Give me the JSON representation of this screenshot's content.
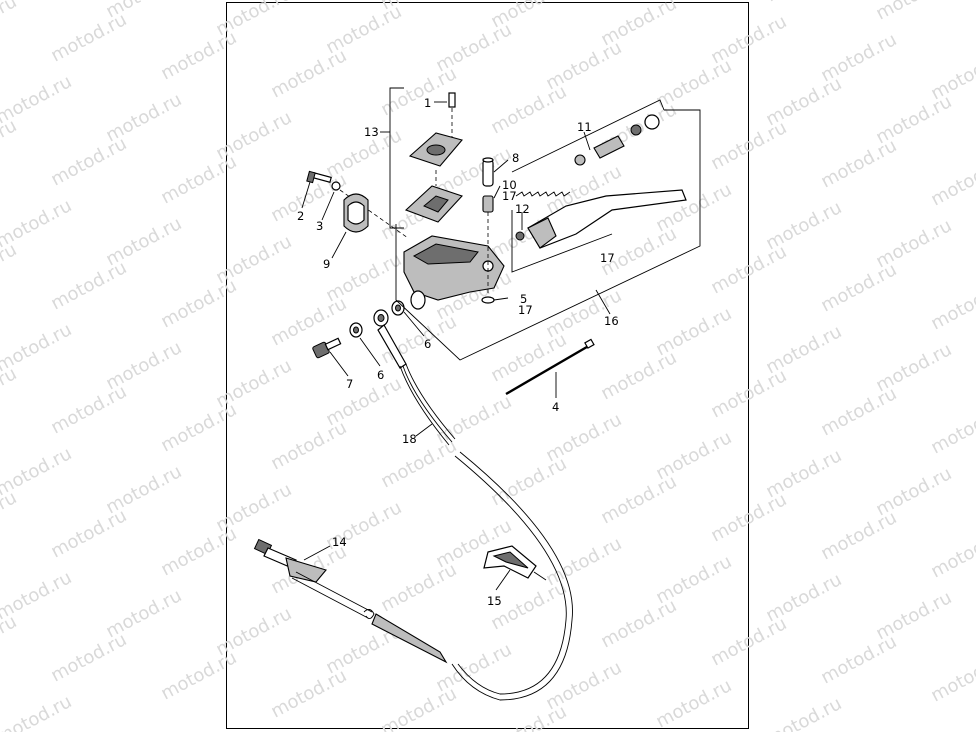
{
  "watermark": "motod.ru",
  "callouts": {
    "c1": "1",
    "c2": "2",
    "c3": "3",
    "c4": "4",
    "c5": "5",
    "c6a": "6",
    "c6b": "6",
    "c7": "7",
    "c8": "8",
    "c9": "9",
    "c10": "10",
    "c11": "11",
    "c12": "12",
    "c13": "13",
    "c14": "14",
    "c15": "15",
    "c16": "16",
    "c17a": "17",
    "c17b": "17",
    "c17c": "17",
    "c18": "18"
  }
}
